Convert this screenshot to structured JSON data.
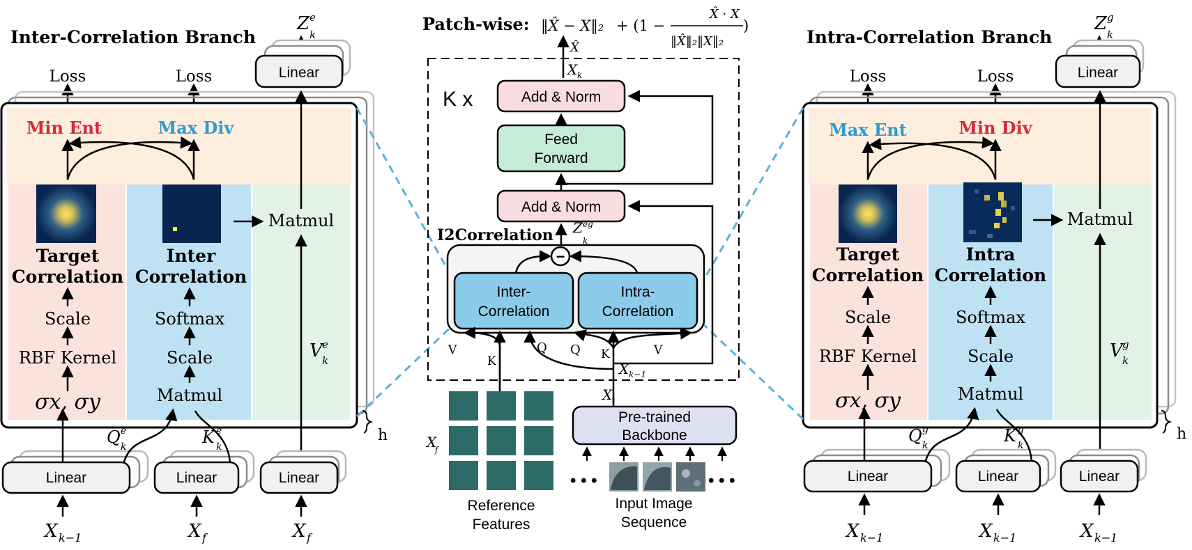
{
  "formula": {
    "prefix": "Patch-wise:",
    "term1": "‖X̂ − X‖₂",
    "term2": "+ (1 −",
    "numerator": "X̂ · X",
    "denominator": "‖X̂‖₂‖X‖₂",
    "close": ")"
  },
  "left": {
    "title": "Inter-Correlation Branch",
    "output": "Z",
    "output_sup": "e",
    "output_sub": "k",
    "top_linear": "Linear",
    "loss1": "Loss",
    "loss2": "Loss",
    "obj1": "Min Ent",
    "obj2": "Max Div",
    "col1": [
      "σx, σy",
      "RBF Kernel",
      "Scale"
    ],
    "col1_title_a": "Target",
    "col1_title_b": "Correlation",
    "col2": [
      "Matmul",
      "Scale",
      "Softmax"
    ],
    "col2_title_a": "Inter",
    "col2_title_b": "Correlation",
    "matmul": "Matmul",
    "v_label": "V",
    "v_sup": "e",
    "v_sub": "k",
    "q_label": "Q",
    "q_sup": "e",
    "q_sub": "k",
    "k_label": "K",
    "k_sup": "e",
    "k_sub": "k",
    "h": "h",
    "linears": [
      "Linear",
      "Linear",
      "Linear"
    ],
    "inputs": [
      "X",
      "X",
      "X"
    ],
    "input_subs": [
      "k−1",
      "f",
      "f"
    ]
  },
  "right": {
    "title": "Intra-Correlation Branch",
    "output": "Z",
    "output_sup": "g",
    "output_sub": "k",
    "top_linear": "Linear",
    "loss1": "Loss",
    "loss2": "Loss",
    "obj1": "Max Ent",
    "obj2": "Min Div",
    "col1": [
      "σx, σy",
      "RBF Kernel",
      "Scale"
    ],
    "col1_title_a": "Target",
    "col1_title_b": "Correlation",
    "col2": [
      "Matmul",
      "Scale",
      "Softmax"
    ],
    "col2_title_a": "Intra",
    "col2_title_b": "Correlation",
    "matmul": "Matmul",
    "v_label": "V",
    "v_sup": "g",
    "v_sub": "k",
    "q_label": "Q",
    "q_sup": "g",
    "q_sub": "k",
    "k_label": "K",
    "k_sup": "g",
    "k_sub": "k",
    "h": "h",
    "linears": [
      "Linear",
      "Linear",
      "Linear"
    ],
    "inputs": [
      "X",
      "X",
      "X"
    ],
    "input_subs": [
      "k−1",
      "k−1",
      "k−1"
    ]
  },
  "center": {
    "xhat": "X̂",
    "xk": "X",
    "xk_sub": "k",
    "kx": "K x",
    "add_norm_top": "Add & Norm",
    "ff_a": "Feed",
    "ff_b": "Forward",
    "add_norm_bottom": "Add & Norm",
    "i2c": "I2Correlation",
    "zeg": "Z",
    "zeg_sup": "eg",
    "zeg_sub": "k",
    "minus": "−",
    "inter_a": "Inter-",
    "inter_b": "Correlation",
    "intra_a": "Intra-",
    "intra_b": "Correlation",
    "v1": "V",
    "k1": "K",
    "q1": "Q",
    "q2": "Q",
    "k2": "K",
    "v2": "V",
    "xkm1": "X",
    "xkm1_sub": "k−1",
    "x": "X",
    "xf": "X",
    "xf_sub": "f",
    "backbone_a": "Pre-trained",
    "backbone_b": "Backbone",
    "ref_a": "Reference",
    "ref_b": "Features",
    "seq_a": "Input Image",
    "seq_b": "Sequence",
    "dots": "• • •"
  },
  "colors": {
    "red": "#d8283c",
    "blue": "#2e9bd0",
    "pink_bg": "#fbe3dd",
    "blue_bg": "#bfe1f4",
    "green_bg": "#e2f2e7",
    "orange_bg": "#fdeedd",
    "add_norm": "#fadde3",
    "feed_forward": "#c5ebd9",
    "corr_box": "#8ccbea",
    "backbone": "#dfe1f2",
    "ref_tile": "#2d6b66",
    "dash_blue": "#57b2dc"
  }
}
